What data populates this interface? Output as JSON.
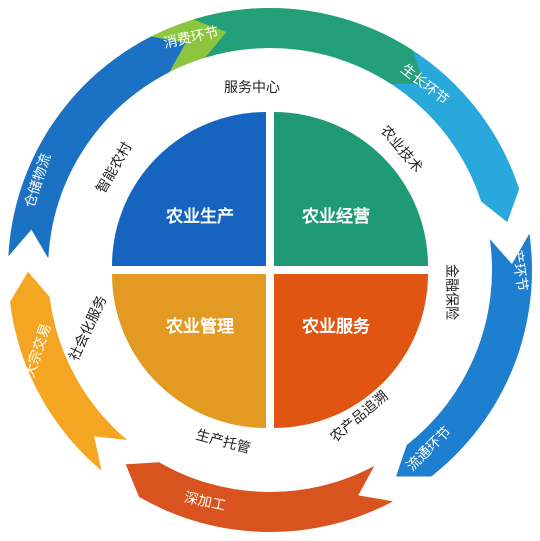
{
  "quadrants": {
    "top_left": {
      "label": "农业生产",
      "color": "#1565c0"
    },
    "top_right": {
      "label": "农业经营",
      "color": "#1f9a74"
    },
    "bottom_left": {
      "label": "农业管理",
      "color": "#e39a22"
    },
    "bottom_right": {
      "label": "农业服务",
      "color": "#e05512"
    }
  },
  "inner_ring": {
    "color": "#ffffff",
    "labels": {
      "top": "服务中心",
      "top_right": "农业技术",
      "right": "金融保险",
      "bottom_right": "农产品追溯",
      "bottom": "生产托管",
      "left": "社会化服务",
      "top_left": "智能农村"
    }
  },
  "outer_segments": [
    {
      "label": "消费环节",
      "color": "#8cc63f"
    },
    {
      "label": "生长环节",
      "color": "#29a8dc"
    },
    {
      "label": "生产环节",
      "color": "#1e7fd0"
    },
    {
      "label": "流通环节",
      "color": "#d9531e"
    },
    {
      "label": "深加工",
      "color": "#f4a623"
    },
    {
      "label": "大宗交易",
      "color": "#1b72c4"
    },
    {
      "label": "仓储物流",
      "color": "#23a07a"
    }
  ]
}
